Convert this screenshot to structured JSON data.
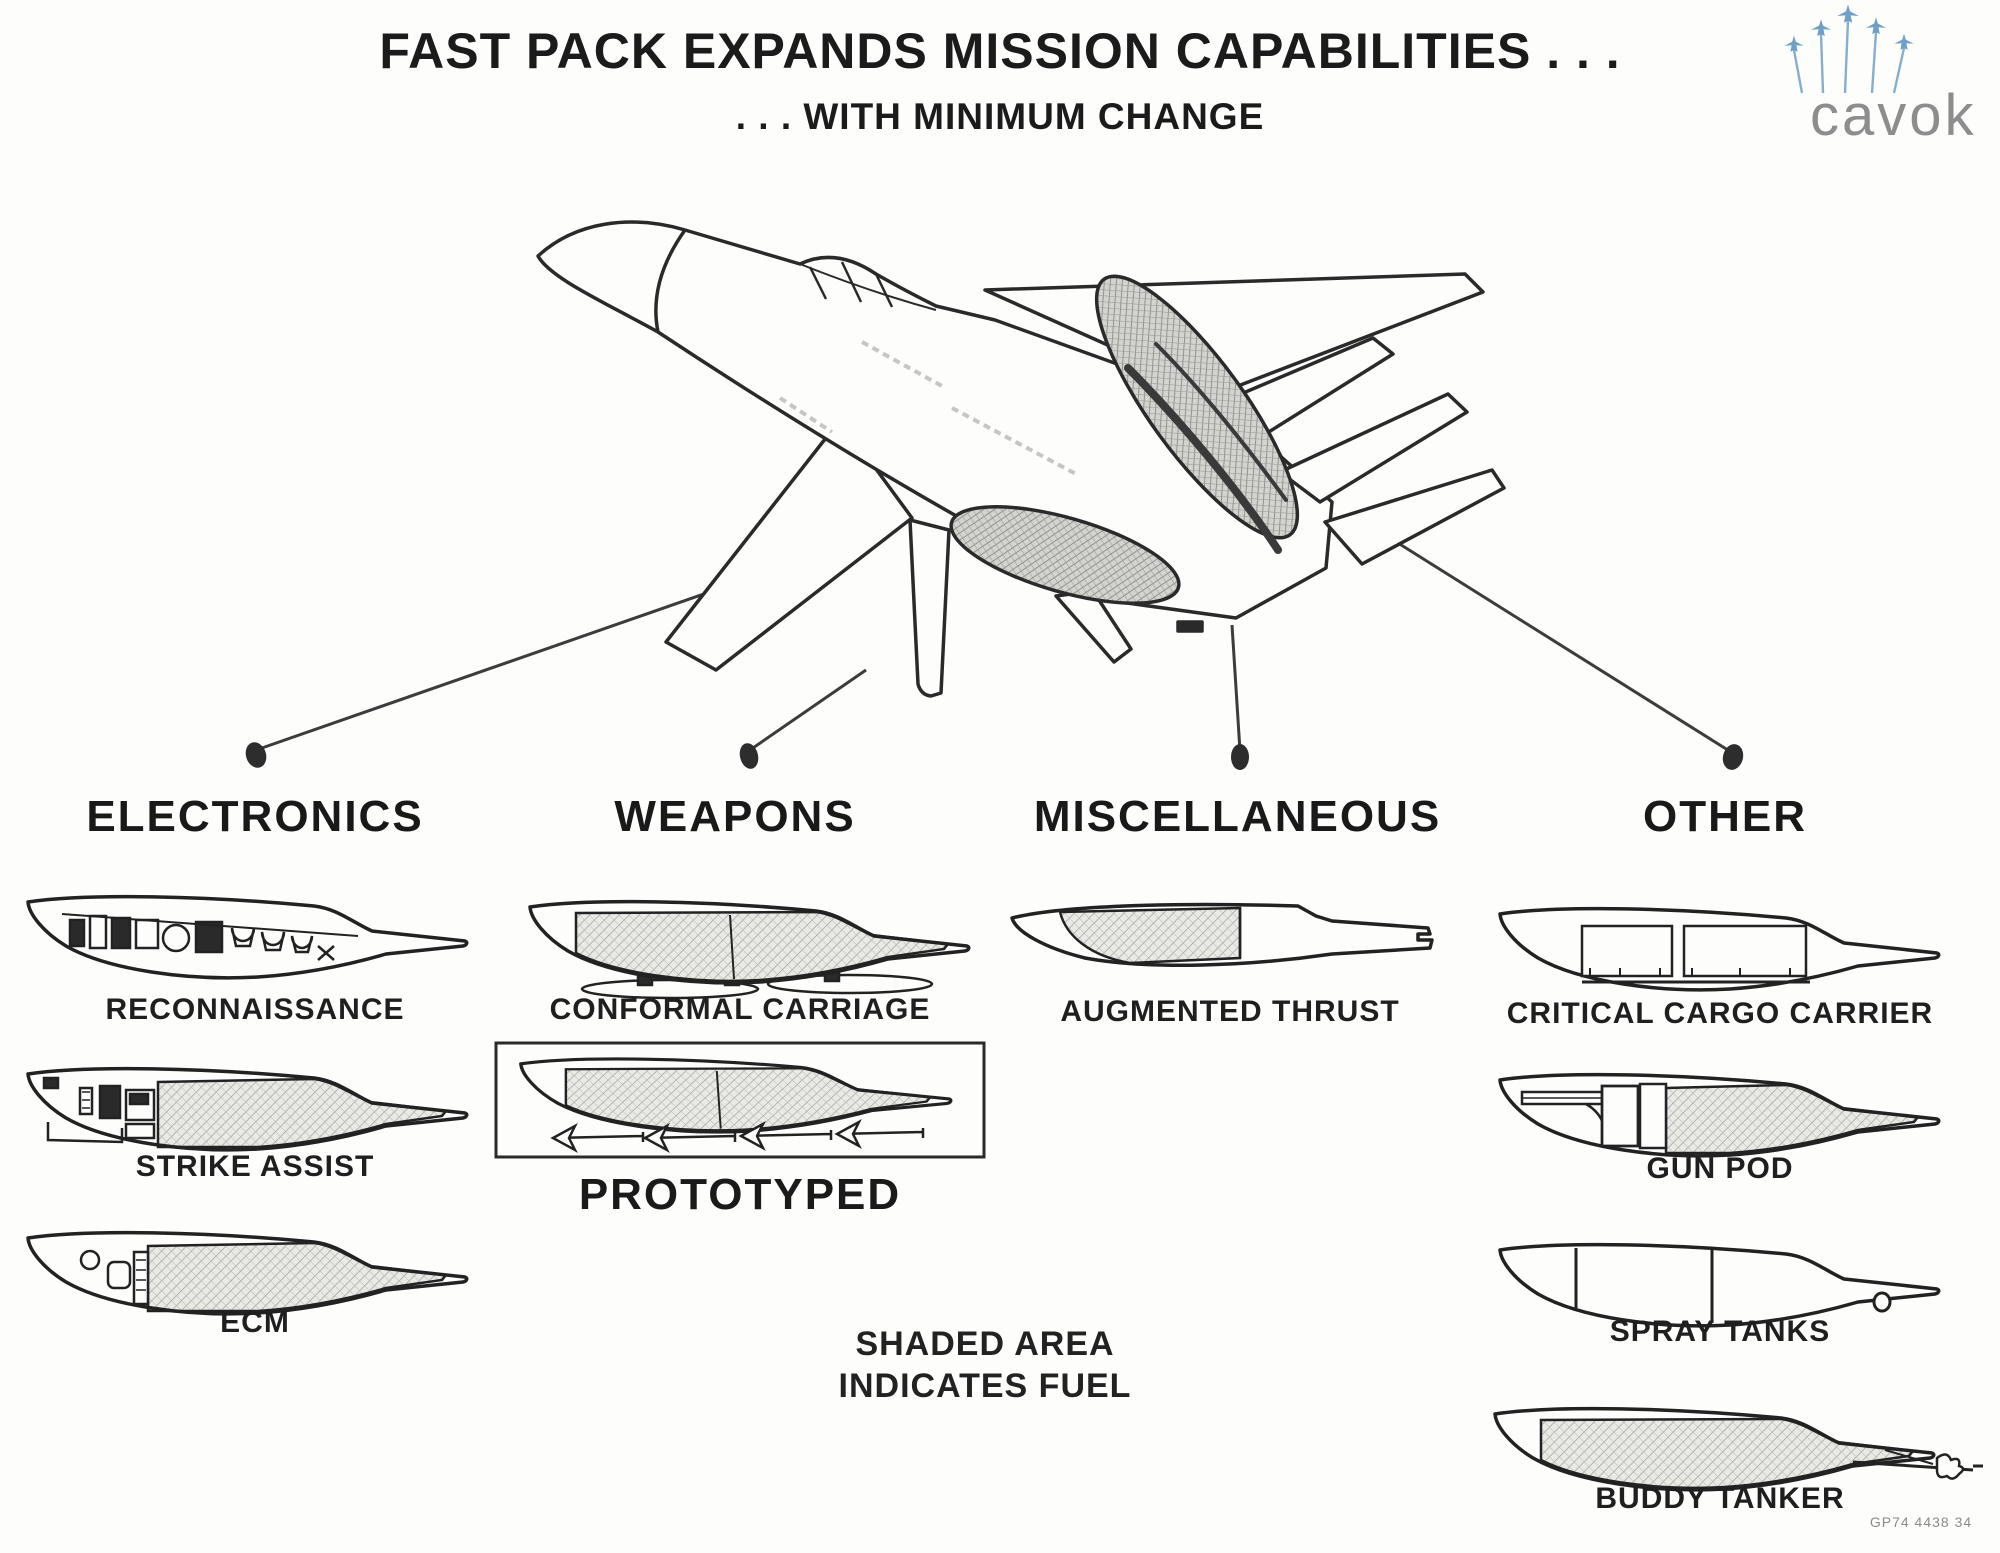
{
  "title": {
    "line1": "FAST PACK EXPANDS MISSION CAPABILITIES . . .",
    "line2": ". . . WITH MINIMUM CHANGE"
  },
  "logo": {
    "text": "cavok",
    "plane_color": "#6f9fc7",
    "text_color": "#8d8d8d"
  },
  "aircraft": {
    "type": "fighter-jet-line-drawing",
    "shaded_parts": "conformal fuel tanks"
  },
  "legend": {
    "line1": "SHADED AREA",
    "line2": "INDICATES FUEL"
  },
  "footer": {
    "part_number": "GP74 4438 34"
  },
  "categories": [
    {
      "label": "ELECTRONICS",
      "pods": [
        {
          "label": "RECONNAISSANCE",
          "shaded": "none"
        },
        {
          "label": "STRIKE ASSIST",
          "shaded": "rear"
        },
        {
          "label": "ECM",
          "shaded": "rear"
        }
      ]
    },
    {
      "label": "WEAPONS",
      "pods": [
        {
          "label": "CONFORMAL CARRIAGE",
          "shaded": "full"
        },
        {
          "label": "PROTOTYPED",
          "shaded": "full",
          "boxed": true
        }
      ]
    },
    {
      "label": "MISCELLANEOUS",
      "pods": [
        {
          "label": "AUGMENTED THRUST",
          "shaded": "front"
        }
      ]
    },
    {
      "label": "OTHER",
      "pods": [
        {
          "label": "CRITICAL CARGO CARRIER",
          "shaded": "none"
        },
        {
          "label": "GUN POD",
          "shaded": "rear"
        },
        {
          "label": "SPRAY TANKS",
          "shaded": "none"
        },
        {
          "label": "BUDDY TANKER",
          "shaded": "full"
        }
      ]
    }
  ]
}
